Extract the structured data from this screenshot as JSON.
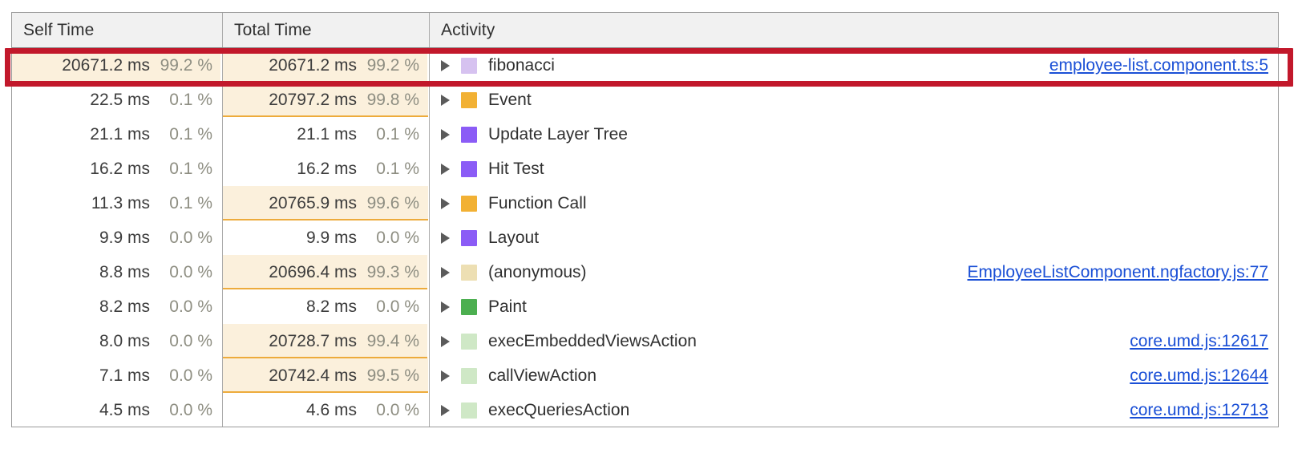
{
  "panel": {
    "name": "performance-bottom-up-table",
    "columns": [
      {
        "key": "self_time",
        "label": "Self Time"
      },
      {
        "key": "total_time",
        "label": "Total Time"
      },
      {
        "key": "activity",
        "label": "Activity"
      }
    ]
  },
  "colors": {
    "link": "#1a4fd6",
    "annotation": "#c2182b",
    "bar_fill": "#fbf0dc",
    "bar_border": "#edab3c",
    "header_bg": "#f1f1f1",
    "swatch_scripting": "#f2b134",
    "swatch_rendering": "#8b5cf6",
    "swatch_painting": "#4caf50",
    "swatch_fibonacci": "#d6c2f0",
    "swatch_anonymous": "#eddfb3",
    "swatch_angular": "#cfe8c6"
  },
  "annotation": {
    "name": "red-highlight-box",
    "target_row": 0,
    "color": "#c2182b"
  },
  "rows": [
    {
      "self_ms": "20671.2 ms",
      "self_pct": "99.2 %",
      "self_bar_pct": 99.2,
      "self_bar": true,
      "total_ms": "20671.2 ms",
      "total_pct": "99.2 %",
      "total_bar_pct": 99.2,
      "total_bar": true,
      "activity": "fibonacci",
      "swatch": "#d6c2f0",
      "swatch_name": "swatch-scripting-light",
      "source": "employee-list.component.ts:5",
      "highlighted": true
    },
    {
      "self_ms": "22.5 ms",
      "self_pct": "0.1 %",
      "self_bar_pct": 0.1,
      "self_bar": false,
      "total_ms": "20797.2 ms",
      "total_pct": "99.8 %",
      "total_bar_pct": 99.8,
      "total_bar": true,
      "activity": "Event",
      "swatch": "#f2b134",
      "swatch_name": "swatch-scripting",
      "source": "",
      "highlighted": false
    },
    {
      "self_ms": "21.1 ms",
      "self_pct": "0.1 %",
      "self_bar_pct": 0.1,
      "self_bar": false,
      "total_ms": "21.1 ms",
      "total_pct": "0.1 %",
      "total_bar_pct": 0.1,
      "total_bar": false,
      "activity": "Update Layer Tree",
      "swatch": "#8b5cf6",
      "swatch_name": "swatch-rendering",
      "source": "",
      "highlighted": false
    },
    {
      "self_ms": "16.2 ms",
      "self_pct": "0.1 %",
      "self_bar_pct": 0.1,
      "self_bar": false,
      "total_ms": "16.2 ms",
      "total_pct": "0.1 %",
      "total_bar_pct": 0.1,
      "total_bar": false,
      "activity": "Hit Test",
      "swatch": "#8b5cf6",
      "swatch_name": "swatch-rendering",
      "source": "",
      "highlighted": false
    },
    {
      "self_ms": "11.3 ms",
      "self_pct": "0.1 %",
      "self_bar_pct": 0.1,
      "self_bar": false,
      "total_ms": "20765.9 ms",
      "total_pct": "99.6 %",
      "total_bar_pct": 99.6,
      "total_bar": true,
      "activity": "Function Call",
      "swatch": "#f2b134",
      "swatch_name": "swatch-scripting",
      "source": "",
      "highlighted": false
    },
    {
      "self_ms": "9.9 ms",
      "self_pct": "0.0 %",
      "self_bar_pct": 0.0,
      "self_bar": false,
      "total_ms": "9.9 ms",
      "total_pct": "0.0 %",
      "total_bar_pct": 0.0,
      "total_bar": false,
      "activity": "Layout",
      "swatch": "#8b5cf6",
      "swatch_name": "swatch-rendering",
      "source": "",
      "highlighted": false
    },
    {
      "self_ms": "8.8 ms",
      "self_pct": "0.0 %",
      "self_bar_pct": 0.0,
      "self_bar": false,
      "total_ms": "20696.4 ms",
      "total_pct": "99.3 %",
      "total_bar_pct": 99.3,
      "total_bar": true,
      "activity": "(anonymous)",
      "swatch": "#eddfb3",
      "swatch_name": "swatch-scripting-pale",
      "source": "EmployeeListComponent.ngfactory.js:77",
      "highlighted": false
    },
    {
      "self_ms": "8.2 ms",
      "self_pct": "0.0 %",
      "self_bar_pct": 0.0,
      "self_bar": false,
      "total_ms": "8.2 ms",
      "total_pct": "0.0 %",
      "total_bar_pct": 0.0,
      "total_bar": false,
      "activity": "Paint",
      "swatch": "#4caf50",
      "swatch_name": "swatch-painting",
      "source": "",
      "highlighted": false
    },
    {
      "self_ms": "8.0 ms",
      "self_pct": "0.0 %",
      "self_bar_pct": 0.0,
      "self_bar": false,
      "total_ms": "20728.7 ms",
      "total_pct": "99.4 %",
      "total_bar_pct": 99.4,
      "total_bar": true,
      "activity": "execEmbeddedViewsAction",
      "swatch": "#cfe8c6",
      "swatch_name": "swatch-angular",
      "source": "core.umd.js:12617",
      "highlighted": false
    },
    {
      "self_ms": "7.1 ms",
      "self_pct": "0.0 %",
      "self_bar_pct": 0.0,
      "self_bar": false,
      "total_ms": "20742.4 ms",
      "total_pct": "99.5 %",
      "total_bar_pct": 99.5,
      "total_bar": true,
      "activity": "callViewAction",
      "swatch": "#cfe8c6",
      "swatch_name": "swatch-angular",
      "source": "core.umd.js:12644",
      "highlighted": false
    },
    {
      "self_ms": "4.5 ms",
      "self_pct": "0.0 %",
      "self_bar_pct": 0.0,
      "self_bar": false,
      "total_ms": "4.6 ms",
      "total_pct": "0.0 %",
      "total_bar_pct": 0.0,
      "total_bar": false,
      "activity": "execQueriesAction",
      "swatch": "#cfe8c6",
      "swatch_name": "swatch-angular",
      "source": "core.umd.js:12713",
      "highlighted": false
    }
  ]
}
